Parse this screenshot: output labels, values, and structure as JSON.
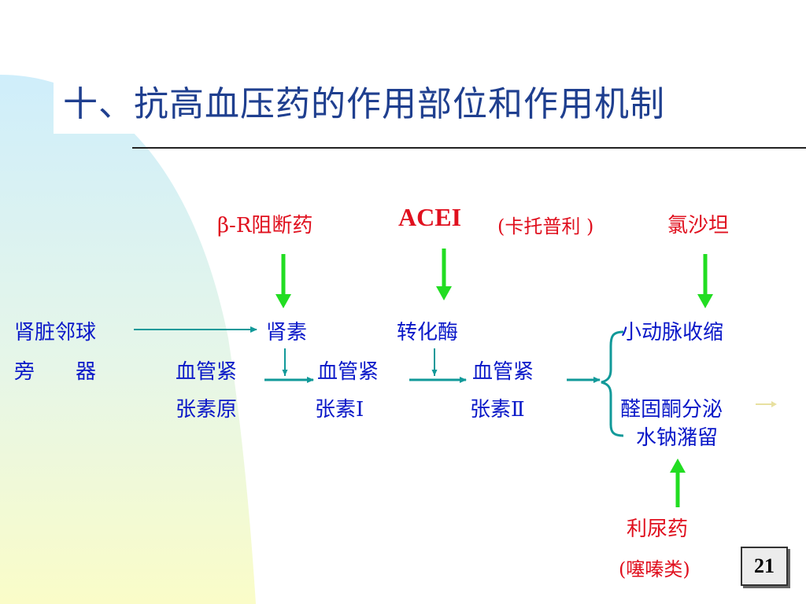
{
  "title": "十、抗高血压药的作用部位和作用机制",
  "drugs": {
    "beta_blocker": "β-R阻断药",
    "acei": "ACEI",
    "captopril": "(卡托普利 )",
    "losartan": "氯沙坦",
    "diuretic": "利尿药",
    "thiazide": "(噻嗪类)"
  },
  "nodes": {
    "juxtaglomerular_line1": "肾脏邻球",
    "juxtaglomerular_line2": "旁　　器",
    "renin": "肾素",
    "converting_enzyme": "转化酶",
    "angiotensinogen_line1": "血管紧",
    "angiotensinogen_line2": "张素原",
    "angiotensin1_line1": "血管紧",
    "angiotensin1_line2": "张素Ⅰ",
    "angiotensin2_line1": "血管紧",
    "angiotensin2_line2": "张素Ⅱ",
    "vasoconstriction": "小动脉收缩",
    "aldosterone": "醛固酮分泌",
    "na_water_retention": "水钠潴留"
  },
  "page_number": "21",
  "colors": {
    "title": "#1f3f8f",
    "drug_text": "#e0101e",
    "node_text": "#0a18c8",
    "drug_arrow": "#22dd22",
    "flow_arrow": "#119999"
  }
}
